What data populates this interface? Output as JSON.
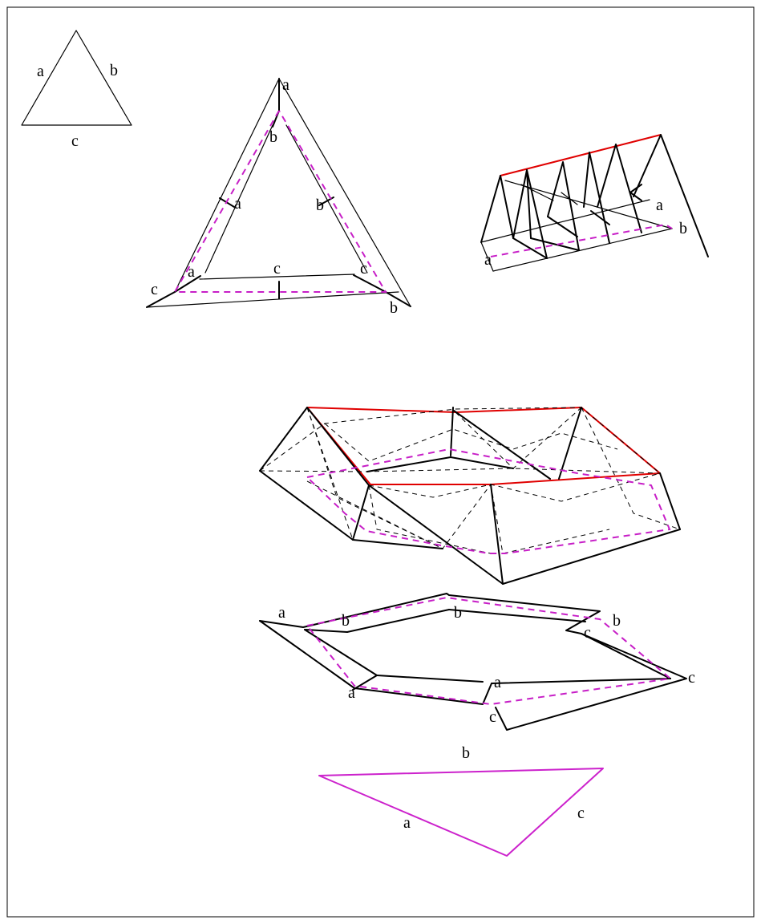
{
  "labels": {
    "ref_triangle": {
      "a": "a",
      "b": "b",
      "c": "c"
    },
    "band_triangle": {
      "top_a": "a",
      "top_b": "b",
      "mid_a": "a",
      "mid_b": "b",
      "corner_c": "c",
      "corner_a": "a",
      "mid_c": "c",
      "corner_c2": "c",
      "corner_b": "b"
    },
    "prism": {
      "a_left": "a",
      "a_right": "a",
      "b_right": "b"
    },
    "hexagon": {
      "a1": "a",
      "b1": "b",
      "b2": "b",
      "b3": "b",
      "c1": "c",
      "c2": "c",
      "a2": "a",
      "a3": "a",
      "c3": "c"
    },
    "result_triangle": {
      "a": "a",
      "b": "b",
      "c": "c"
    }
  },
  "colors": {
    "dashed_path": "#c71fc7",
    "top_edge": "#e00000",
    "result": "#cc22cc"
  }
}
